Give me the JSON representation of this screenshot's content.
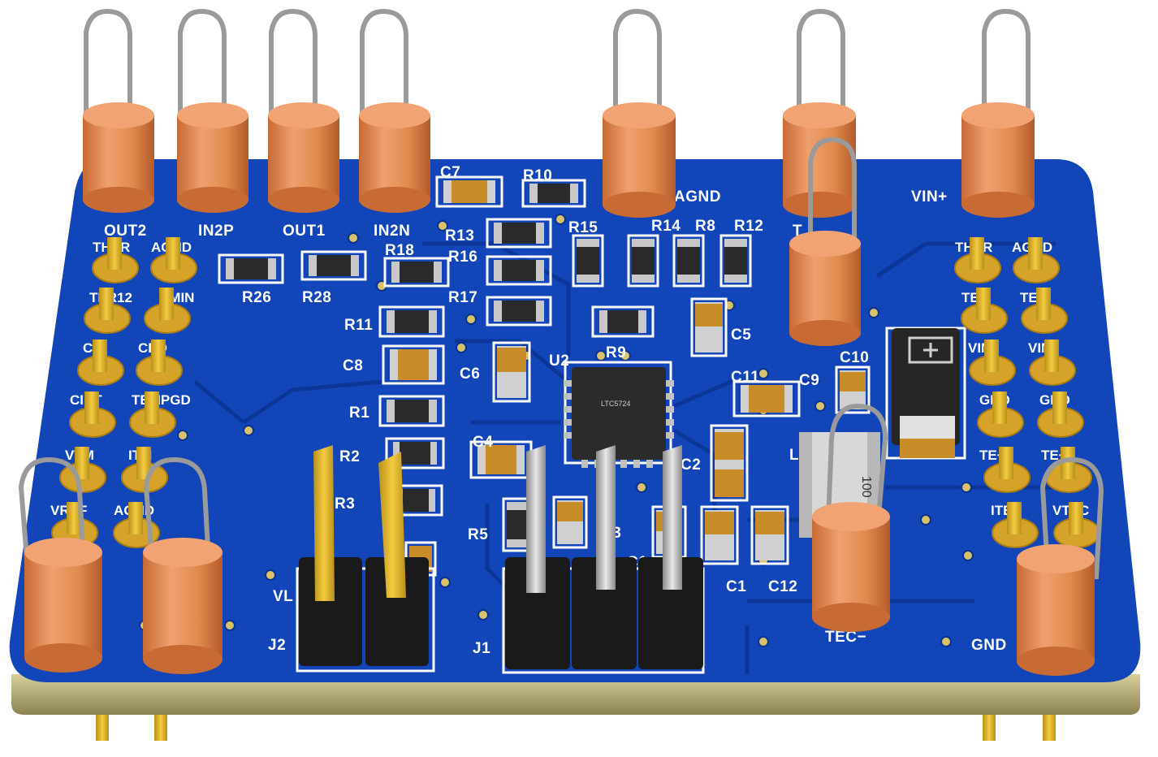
{
  "board": {
    "colors": {
      "solder_mask": "#1246b8",
      "solder_mask_dark": "#0a3290",
      "substrate_edge": "#b9b07a",
      "silkscreen": "#ffffff",
      "copper_pad": "#d6a32a",
      "test_point_body": "#e08a4d",
      "test_point_wire": "#9a9a9a",
      "header_body": "#1a1a1a",
      "header_pin": "#e2b520"
    }
  },
  "test_points": {
    "top": [
      "OUT2",
      "IN2P",
      "OUT1",
      "IN2N",
      "AGND",
      "T",
      "VIN+"
    ],
    "bottom": [
      "TEC−",
      "GND"
    ]
  },
  "left_header_pins": [
    "THER",
    "AGND",
    "TER12",
    "CMIN",
    "CP",
    "CPD",
    "CINT",
    "TEMPGD",
    "VTM",
    "ITM",
    "VREF",
    "AGND"
  ],
  "right_header_pins": [
    "THER",
    "AGND",
    "TE+",
    "TE+",
    "VIN+",
    "VIN+",
    "GND",
    "GND",
    "TE−",
    "TE−",
    "ITEC",
    "VTEC"
  ],
  "resistors": [
    "R26",
    "R28",
    "R18",
    "R13",
    "R16",
    "R17",
    "R11",
    "R10",
    "R15",
    "R14",
    "R8",
    "R12",
    "R9",
    "R1",
    "R2",
    "R3",
    "R5"
  ],
  "capacitors": [
    "C7",
    "C8",
    "C6",
    "C4",
    "C5",
    "C11",
    "C9",
    "C10",
    "C2",
    "C3",
    "C1",
    "C12",
    "C1"
  ],
  "ic": {
    "ref": "U2",
    "marking": "LTC5724"
  },
  "inductor": {
    "ref": "L",
    "marking": "100"
  },
  "connectors": {
    "j1": "J1",
    "j2": "J2",
    "j2_net": "VL"
  }
}
